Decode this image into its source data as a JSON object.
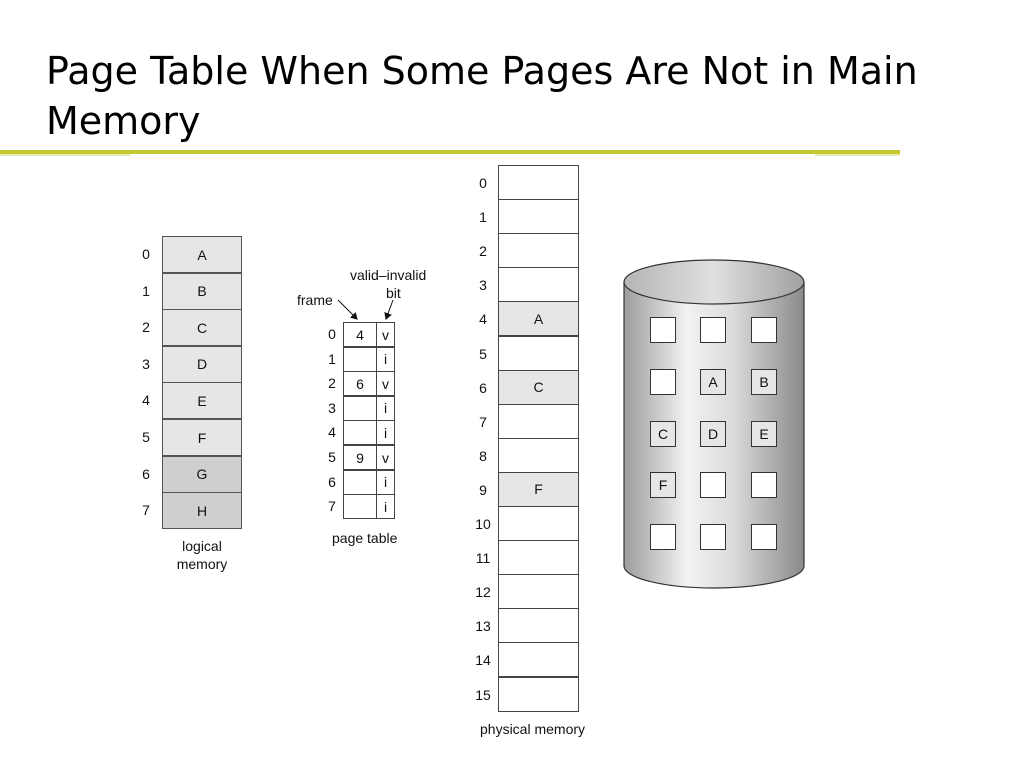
{
  "title": "Page Table When Some Pages Are Not in Main Memory",
  "logical_memory": {
    "caption": [
      "logical",
      "memory"
    ],
    "pages": [
      {
        "index": "0",
        "label": "A"
      },
      {
        "index": "1",
        "label": "B"
      },
      {
        "index": "2",
        "label": "C"
      },
      {
        "index": "3",
        "label": "D"
      },
      {
        "index": "4",
        "label": "E"
      },
      {
        "index": "5",
        "label": "F"
      },
      {
        "index": "6",
        "label": "G"
      },
      {
        "index": "7",
        "label": "H"
      }
    ]
  },
  "page_table": {
    "caption": "page table",
    "frame_label": "frame",
    "valid_label": [
      "valid–invalid",
      "bit"
    ],
    "rows": [
      {
        "index": "0",
        "frame": "4",
        "bit": "v"
      },
      {
        "index": "1",
        "frame": "",
        "bit": "i"
      },
      {
        "index": "2",
        "frame": "6",
        "bit": "v"
      },
      {
        "index": "3",
        "frame": "",
        "bit": "i"
      },
      {
        "index": "4",
        "frame": "",
        "bit": "i"
      },
      {
        "index": "5",
        "frame": "9",
        "bit": "v"
      },
      {
        "index": "6",
        "frame": "",
        "bit": "i"
      },
      {
        "index": "7",
        "frame": "",
        "bit": "i"
      }
    ]
  },
  "physical_memory": {
    "caption": "physical memory",
    "frames": [
      {
        "index": "0",
        "label": ""
      },
      {
        "index": "1",
        "label": ""
      },
      {
        "index": "2",
        "label": ""
      },
      {
        "index": "3",
        "label": ""
      },
      {
        "index": "4",
        "label": "A"
      },
      {
        "index": "5",
        "label": ""
      },
      {
        "index": "6",
        "label": "C"
      },
      {
        "index": "7",
        "label": ""
      },
      {
        "index": "8",
        "label": ""
      },
      {
        "index": "9",
        "label": "F"
      },
      {
        "index": "10",
        "label": ""
      },
      {
        "index": "11",
        "label": ""
      },
      {
        "index": "12",
        "label": ""
      },
      {
        "index": "13",
        "label": ""
      },
      {
        "index": "14",
        "label": ""
      },
      {
        "index": "15",
        "label": ""
      }
    ]
  },
  "backing_store": {
    "rows": [
      [
        "",
        "",
        ""
      ],
      [
        "",
        "A",
        "B"
      ],
      [
        "C",
        "D",
        "E"
      ],
      [
        "F",
        "",
        ""
      ],
      [
        "",
        "",
        ""
      ]
    ]
  }
}
